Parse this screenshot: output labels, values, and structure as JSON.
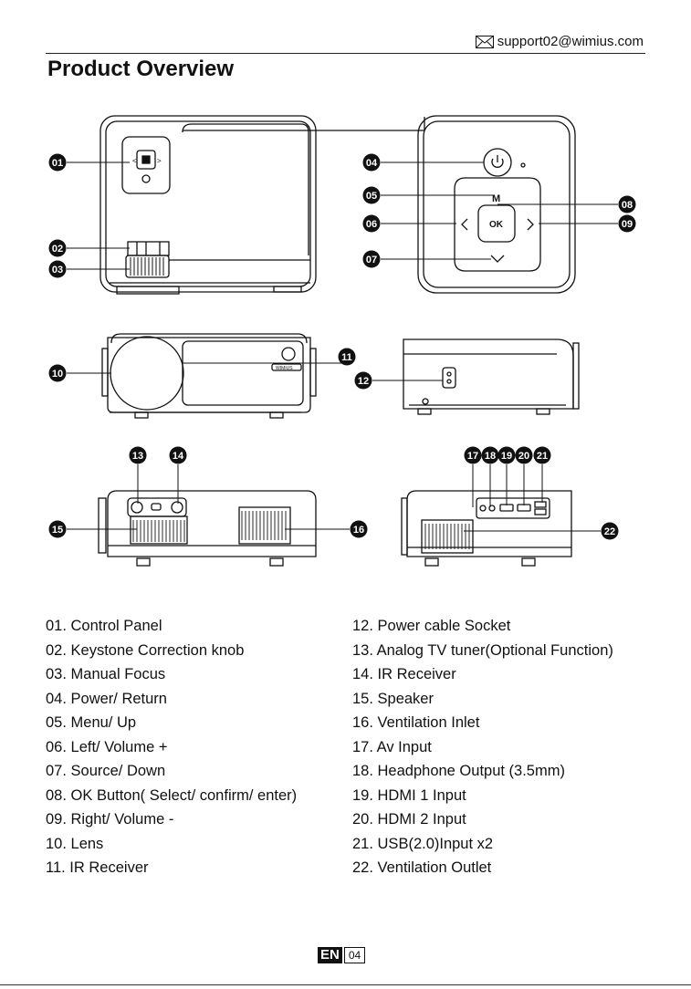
{
  "header": {
    "email": "support02@wimius.com",
    "email_icon": "envelope-icon"
  },
  "title": "Product Overview",
  "badges": [
    "01",
    "02",
    "03",
    "04",
    "05",
    "06",
    "07",
    "08",
    "09",
    "10",
    "11",
    "12",
    "13",
    "14",
    "15",
    "16",
    "17",
    "18",
    "19",
    "20",
    "21",
    "22"
  ],
  "device": {
    "brand": "WIMIUS",
    "ok_label": "OK",
    "menu_label": "M"
  },
  "legend_left": [
    "01. Control Panel",
    "02. Keystone Correction knob",
    "03. Manual Focus",
    "04. Power/ Return",
    "05. Menu/ Up",
    "06. Left/ Volume +",
    "07. Source/ Down",
    "08. OK Button( Select/ confirm/ enter)",
    "09. Right/ Volume -",
    "10. Lens",
    "11. IR Receiver"
  ],
  "legend_right": [
    "12. Power cable Socket",
    "13. Analog TV tuner(Optional Function)",
    "14. IR Receiver",
    "15. Speaker",
    "16. Ventilation Inlet",
    "17. Av Input",
    "18. Headphone Output (3.5mm)",
    "19. HDMI 1 Input",
    "20. HDMI 2 Input",
    "21. USB(2.0)Input x2",
    "22. Ventilation Outlet"
  ],
  "footer": {
    "lang": "EN",
    "page": "04"
  }
}
